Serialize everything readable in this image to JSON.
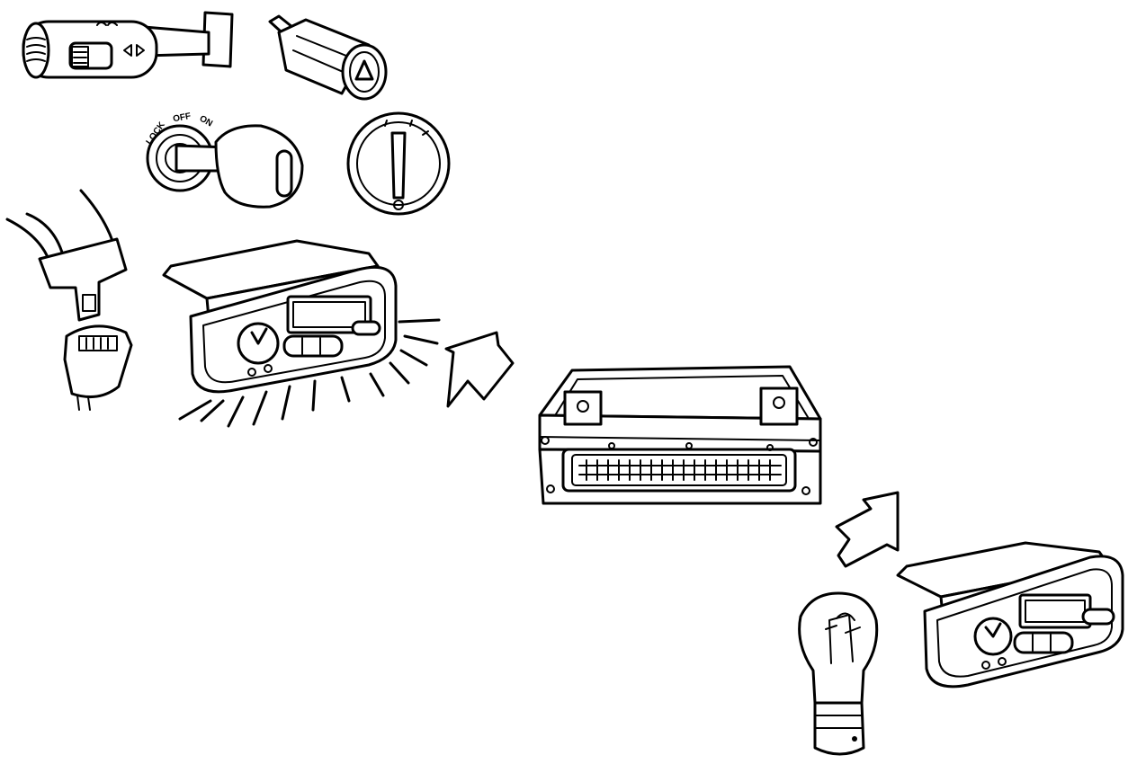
{
  "ignition": {
    "label_lock": "LOCK",
    "label_off": "OFF",
    "label_on": "ON"
  }
}
